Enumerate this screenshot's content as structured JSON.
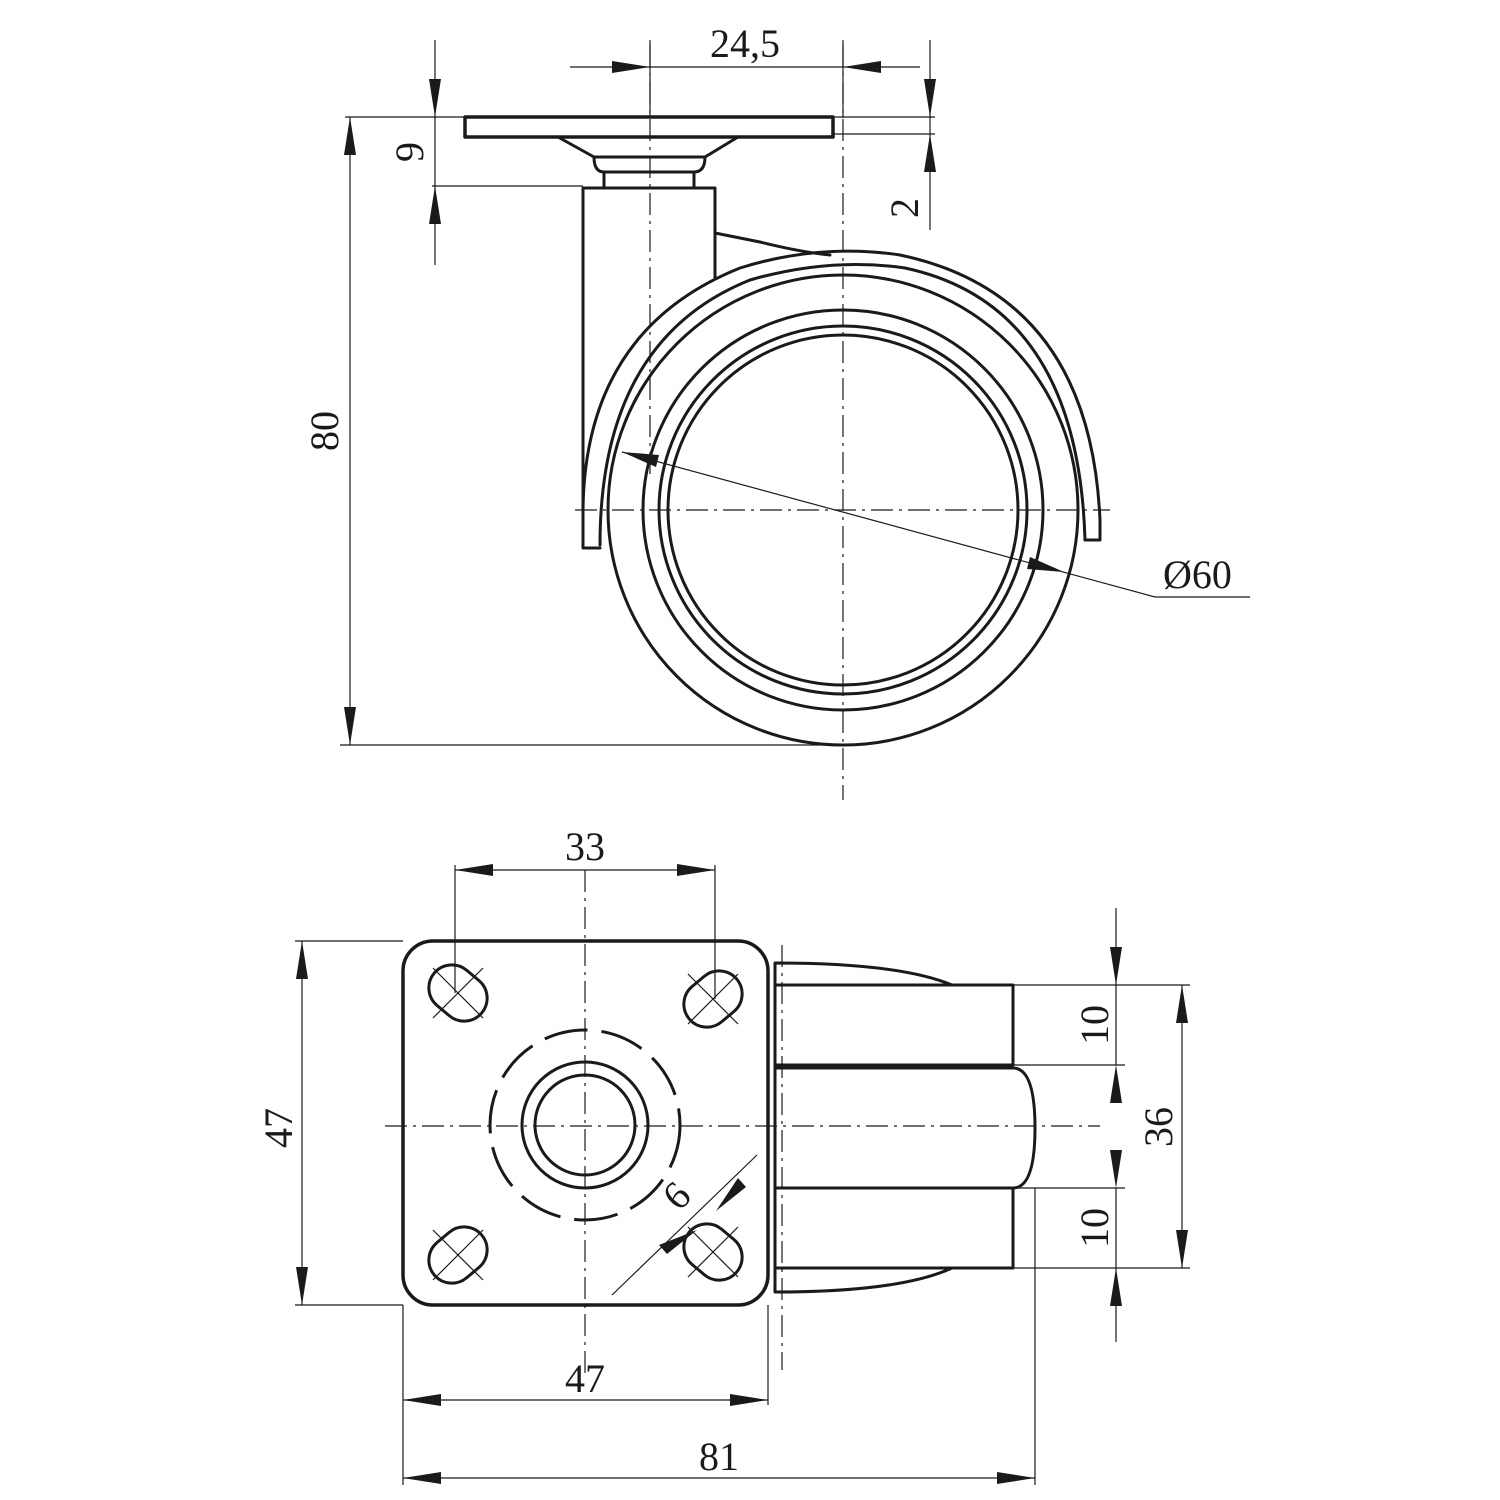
{
  "side_view": {
    "dim_offset": "24,5",
    "dim_plate_thickness": "9",
    "dim_gap": "2",
    "dim_height": "80",
    "dim_wheel_diameter": "Ø60"
  },
  "top_view": {
    "dim_hole_spacing": "33",
    "dim_plate_height": "47",
    "dim_plate_width": "47",
    "dim_overall_width": "81",
    "dim_wheel_width_top": "10",
    "dim_wheel_width_bottom": "10",
    "dim_wheel_span": "36",
    "dim_hole_size": "6"
  }
}
